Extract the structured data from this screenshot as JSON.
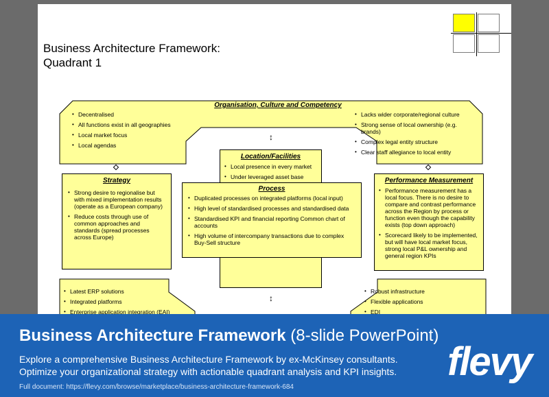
{
  "slide": {
    "title": "Business Architecture Framework:\nQuadrant 1"
  },
  "colors": {
    "box_fill": "#ffff99",
    "quadrant_highlight": "#ffff00",
    "banner": "#1d63b6"
  },
  "diagram": {
    "organisation": {
      "title": "Organisation, Culture and Competency",
      "left_items": [
        "Decentralised",
        "All functions exist in all geographies",
        "Local market focus",
        "Local  agendas"
      ],
      "right_items": [
        "Lacks wider corporate/regional culture",
        "Strong sense of local ownership (e.g. brands)",
        "Complex legal entity structure",
        "Clear staff allegiance to local entity"
      ]
    },
    "location": {
      "title": "Location/Facilities",
      "items": [
        "Local presence in every market",
        "Under leveraged asset base"
      ]
    },
    "strategy": {
      "title": "Strategy",
      "items": [
        "Strong desire to regionalise but with mixed implementation results (operate as a European company)",
        "Reduce costs through use of common approaches and standards (spread processes across Europe)"
      ]
    },
    "process": {
      "title": "Process",
      "items": [
        "Duplicated processes on integrated platforms (local input)",
        "High level of standardised processes and standardised data",
        "Standardised KPI and financial reporting Common chart of accounts",
        "High volume of intercompany transactions due to complex Buy-Sell structure"
      ]
    },
    "performance": {
      "title": "Performance Measurement",
      "items": [
        "Performance measurement has a local focus. There is no desire to compare and contrast performance across the Region by process or function even though the capability exists (top down approach)",
        "Scorecard likely to be implemented, but will have local market focus, strong local P&L ownership and general region KPIs"
      ]
    },
    "applications": {
      "items": [
        "Latest ERP solutions",
        "Integrated platforms",
        "Enterprise application integration (EAI)"
      ]
    },
    "infrastructure": {
      "items": [
        "Robust infrastructure",
        "Flexible applications",
        "EDI"
      ]
    }
  },
  "banner": {
    "title_bold": "Business Architecture Framework",
    "title_light": " (8-slide PowerPoint)",
    "desc_line1": "Explore a comprehensive Business Architecture Framework by ex-McKinsey consultants.",
    "desc_line2": "Optimize your organizational strategy with actionable quadrant analysis and KPI insights.",
    "link": "Full document: https://flevy.com/browse/marketplace/business-architecture-framework-684",
    "logo": "flevy"
  }
}
